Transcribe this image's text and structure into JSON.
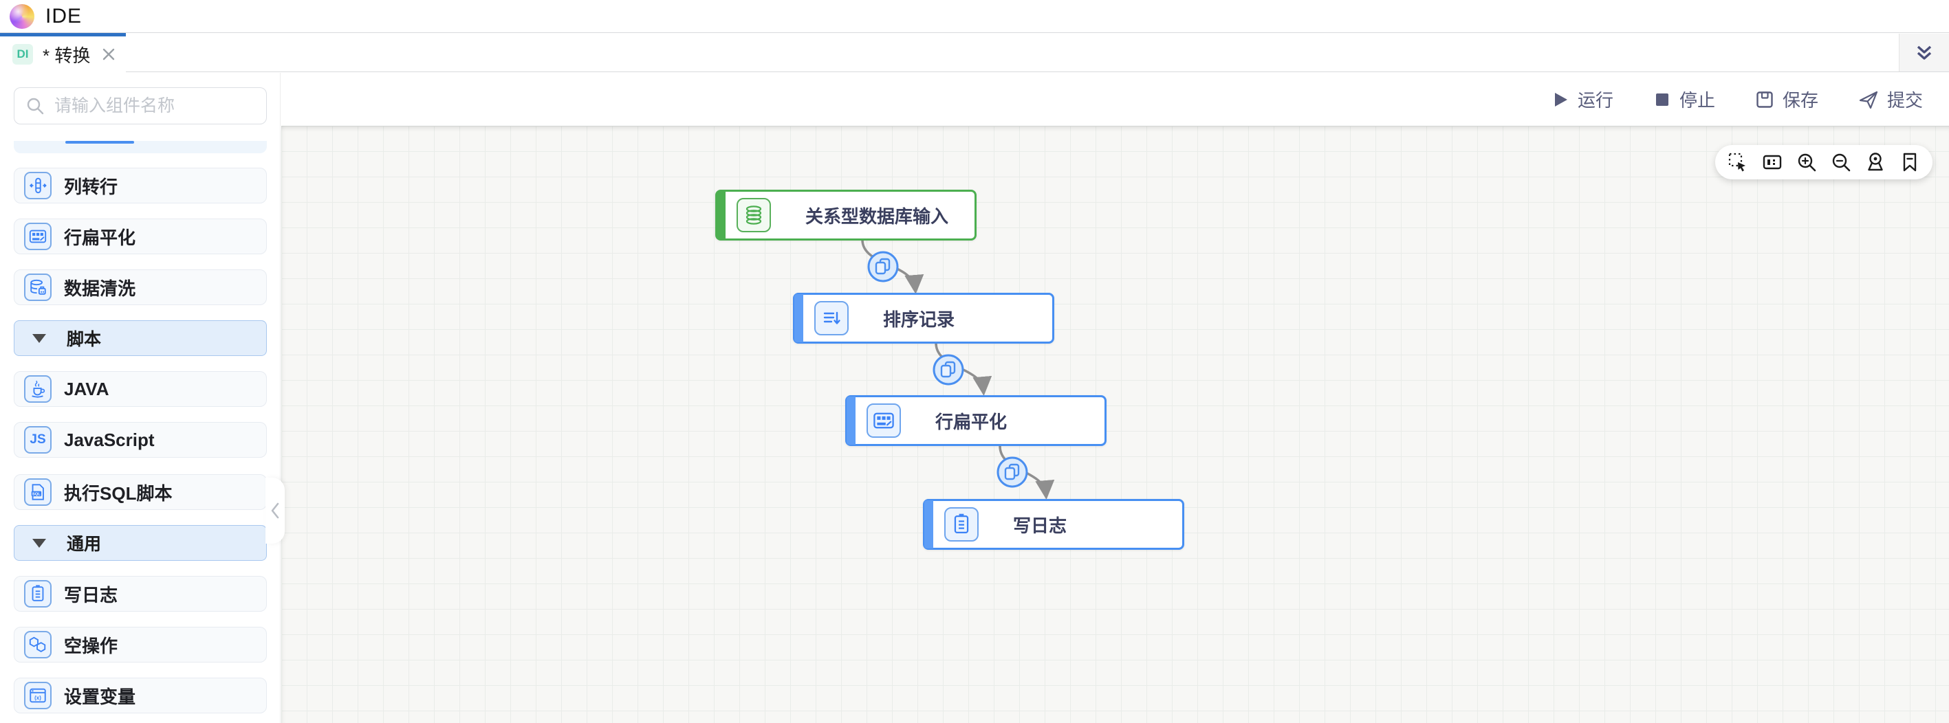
{
  "header": {
    "title": "IDE"
  },
  "tab_bar": {
    "active_tab": {
      "badge": "DI",
      "title": "* 转换"
    }
  },
  "sidebar": {
    "search": {
      "placeholder": "请输入组件名称"
    },
    "items": [
      {
        "type": "item",
        "label": "列转行"
      },
      {
        "type": "item",
        "label": "行扁平化"
      },
      {
        "type": "item",
        "label": "数据清洗"
      },
      {
        "type": "group",
        "label": "脚本"
      },
      {
        "type": "item",
        "label": "JAVA"
      },
      {
        "type": "item",
        "label": "JavaScript"
      },
      {
        "type": "item",
        "label": "执行SQL脚本"
      },
      {
        "type": "group",
        "label": "通用"
      },
      {
        "type": "item",
        "label": "写日志"
      },
      {
        "type": "item",
        "label": "空操作"
      },
      {
        "type": "item",
        "label": "设置变量"
      }
    ]
  },
  "toolbar": {
    "run": "运行",
    "stop": "停止",
    "save": "保存",
    "submit": "提交"
  },
  "canvas": {
    "nodes": [
      {
        "label": "关系型数据库输入",
        "accent": "#4caf50"
      },
      {
        "label": "排序记录",
        "accent": "#478ff2"
      },
      {
        "label": "行扁平化",
        "accent": "#478ff2"
      },
      {
        "label": "写日志",
        "accent": "#478ff2"
      }
    ],
    "edge_badge": "copy",
    "tool_icons": [
      "marquee-select",
      "fit-view",
      "zoom-in",
      "zoom-out",
      "locate",
      "bookmark"
    ]
  },
  "icon_text": {
    "js_badge": "JS",
    "sql_badge": "SQL",
    "var_badge": "(x)"
  },
  "colors": {
    "accent_blue": "#478ff2",
    "accent_green": "#4caf50",
    "tab_indicator": "#2e72c4",
    "badge_teal": "#3fbf9d",
    "edge_grey": "#8f8f8f",
    "action_text": "#585c7b"
  }
}
